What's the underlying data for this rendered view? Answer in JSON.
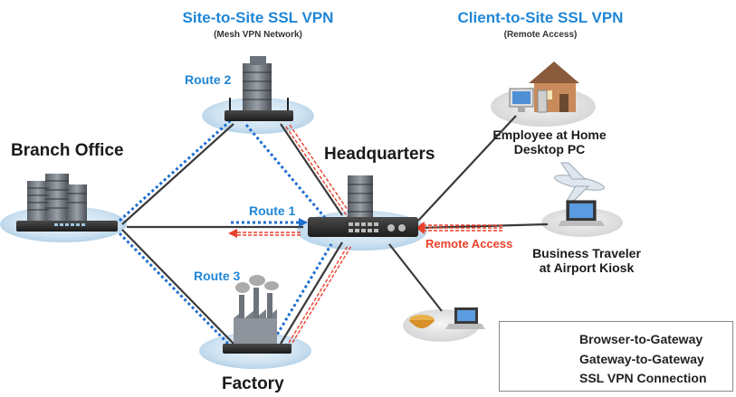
{
  "sections": {
    "site_to_site": {
      "title": "Site-to-Site SSL VPN",
      "subtitle": "(Mesh VPN Network)"
    },
    "client_to_site": {
      "title": "Client-to-Site SSL VPN",
      "subtitle": "(Remote Access)"
    }
  },
  "nodes": {
    "branch_office": "Branch Office",
    "headquarters": "Headquarters",
    "factory": "Factory",
    "employee_line1": "Employee at Home",
    "employee_line2": "Desktop PC",
    "traveler_line1": "Business Traveler",
    "traveler_line2": "at Airport Kiosk"
  },
  "routes": {
    "route1": "Route 1",
    "route2": "Route 2",
    "route3": "Route 3",
    "remote_access": "Remote Access"
  },
  "legend": {
    "items": [
      {
        "label": "Browser-to-Gateway",
        "color": "#e8412c",
        "style": "dashed-thick"
      },
      {
        "label": "Gateway-to-Gateway",
        "color": "#1f6fd1",
        "style": "dotted"
      },
      {
        "label": "SSL VPN Connection",
        "color": "#444444",
        "style": "solid"
      }
    ]
  },
  "colors": {
    "accent_blue": "#1f86d6",
    "ssl_line": "#3a3a3a",
    "browser_red": "#e8412c",
    "gateway_blue": "#1f6fd1"
  }
}
